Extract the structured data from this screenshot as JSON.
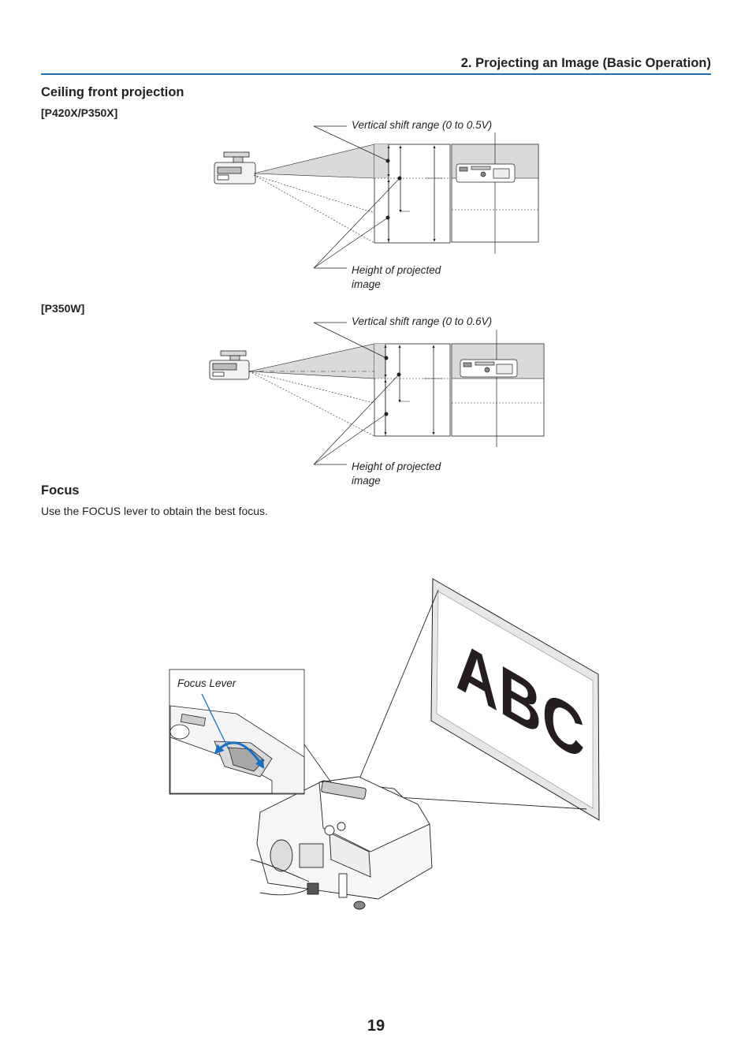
{
  "header": {
    "title": "2. Projecting an Image (Basic Operation)"
  },
  "section": {
    "title": "Ceiling front projection",
    "diagram1": {
      "model": "[P420X/P350X]",
      "shift_label": "Vertical shift range (0 to 0.5V)",
      "height_label": "Height of projected image"
    },
    "diagram2": {
      "model": "[P350W]",
      "shift_label": "Vertical shift range (0 to 0.6V)",
      "height_label": "Height of projected image"
    }
  },
  "focus": {
    "title": "Focus",
    "instruction": "Use the FOCUS lever to obtain the best focus.",
    "callout_label": "Focus Lever",
    "screen_text": "ABC"
  },
  "page_number": "19",
  "colors": {
    "accent_rule": "#1f6fb5",
    "lever_arrow": "#1a6fc0",
    "shaded_area": "#d9dadb"
  }
}
